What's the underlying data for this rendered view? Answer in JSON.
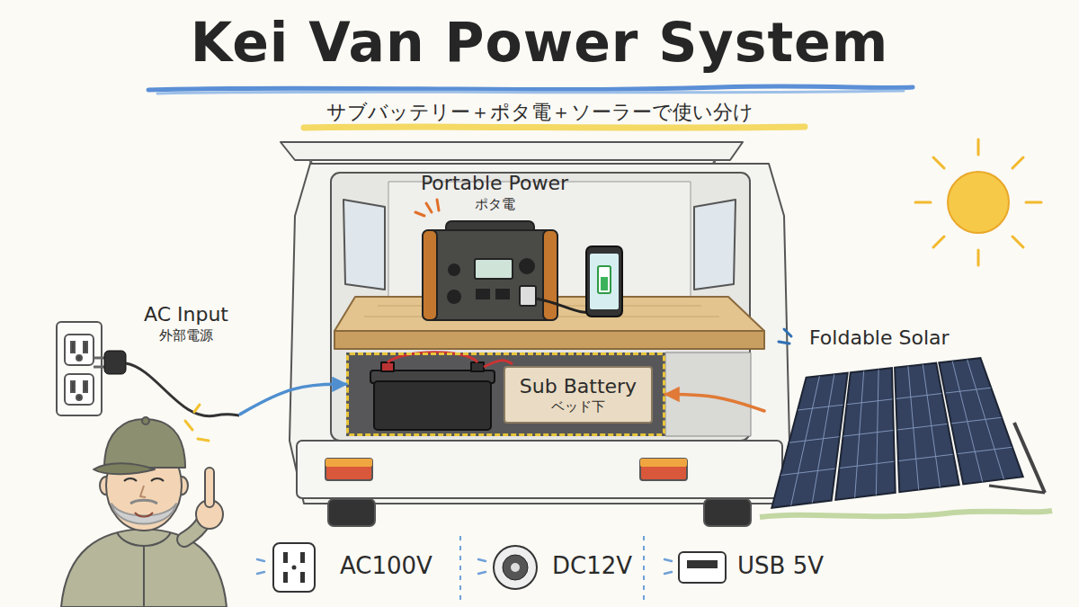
{
  "diagram": {
    "title": "Kei Van Power System",
    "nodes": [
      {
        "text": [
          "Portable Power",
          "ポタ電"
        ]
      },
      {
        "text": [
          "AC Input",
          "外部電源"
        ]
      },
      {
        "text": [
          "Sub Battery",
          "ベッド下"
        ]
      },
      {
        "text": [
          "Foldable Solar"
        ]
      }
    ],
    "edges": [
      {
        "from": 1,
        "to": 2,
        "arrow": "to"
      },
      {
        "from": 3,
        "to": 2,
        "arrow": "to"
      }
    ],
    "labels": [
      "サブバッテリー＋ポタ電＋ソーラーで使い分け"
    ],
    "legend": [
      {
        "text": "AC100V"
      },
      {
        "text": "DC12V"
      },
      {
        "text": "USB 5V"
      }
    ]
  }
}
